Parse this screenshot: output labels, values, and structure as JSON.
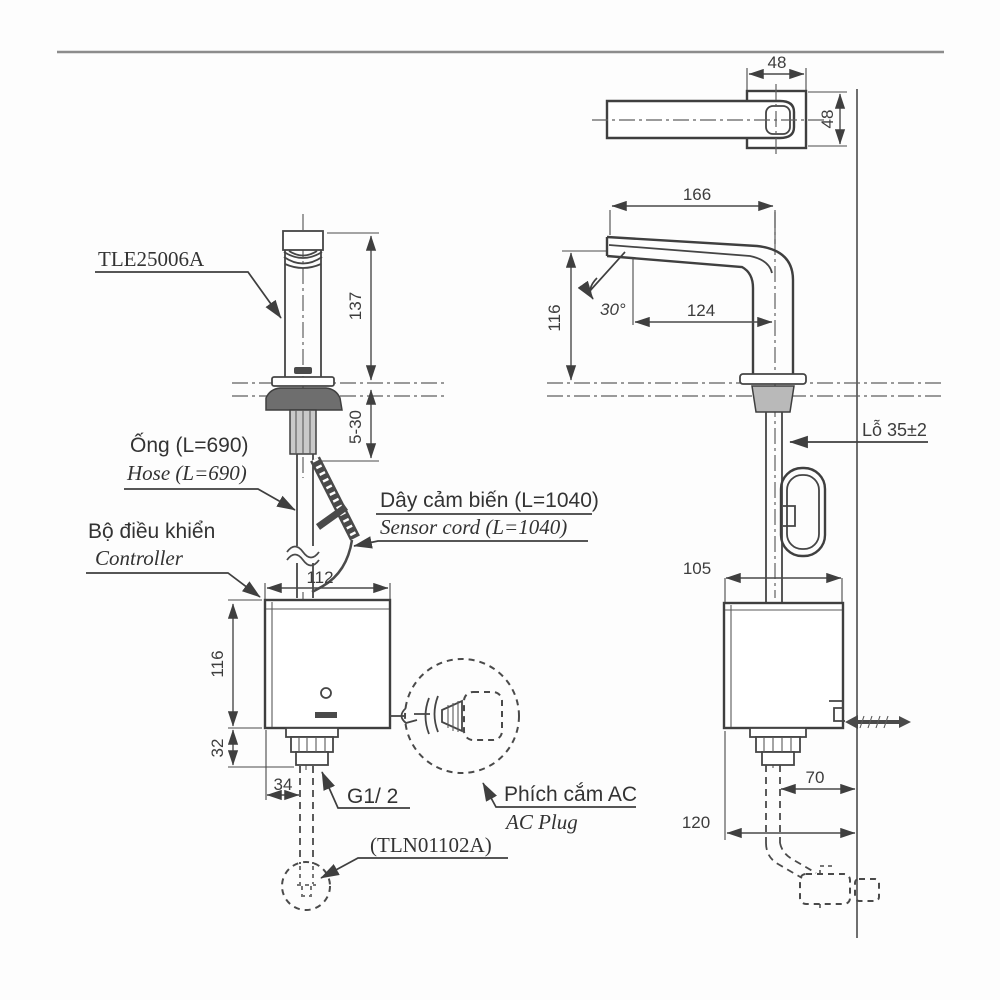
{
  "drawing": {
    "product_code": "TLE25006A",
    "related_code": "(TLN01102A)",
    "labels": {
      "hose_vi": "Ống (L=690)",
      "hose_en": "Hose (L=690)",
      "controller_vi": "Bộ điều khiển",
      "controller_en": "Controller",
      "sensor_vi": "Dây cảm biến (L=1040)",
      "sensor_en": "Sensor cord (L=1040)",
      "thread": "G1/ 2",
      "ac_plug_vi": "Phích cắm AC",
      "ac_plug_en": "AC Plug",
      "hole": "Lỗ 35±2"
    },
    "dims_front": {
      "spout_height": "137",
      "deck_thickness": "5-30",
      "controller_width": "112",
      "controller_height": "116",
      "shank_length": "32",
      "outlet_offset": "34"
    },
    "dims_side": {
      "top_width": "48",
      "top_depth": "48",
      "reach": "166",
      "angle": "30°",
      "outlet_reach": "124",
      "height_above_deck": "116",
      "controller_depth": "105",
      "pipe_to_wall": "70",
      "controller_to_wall": "120"
    }
  }
}
